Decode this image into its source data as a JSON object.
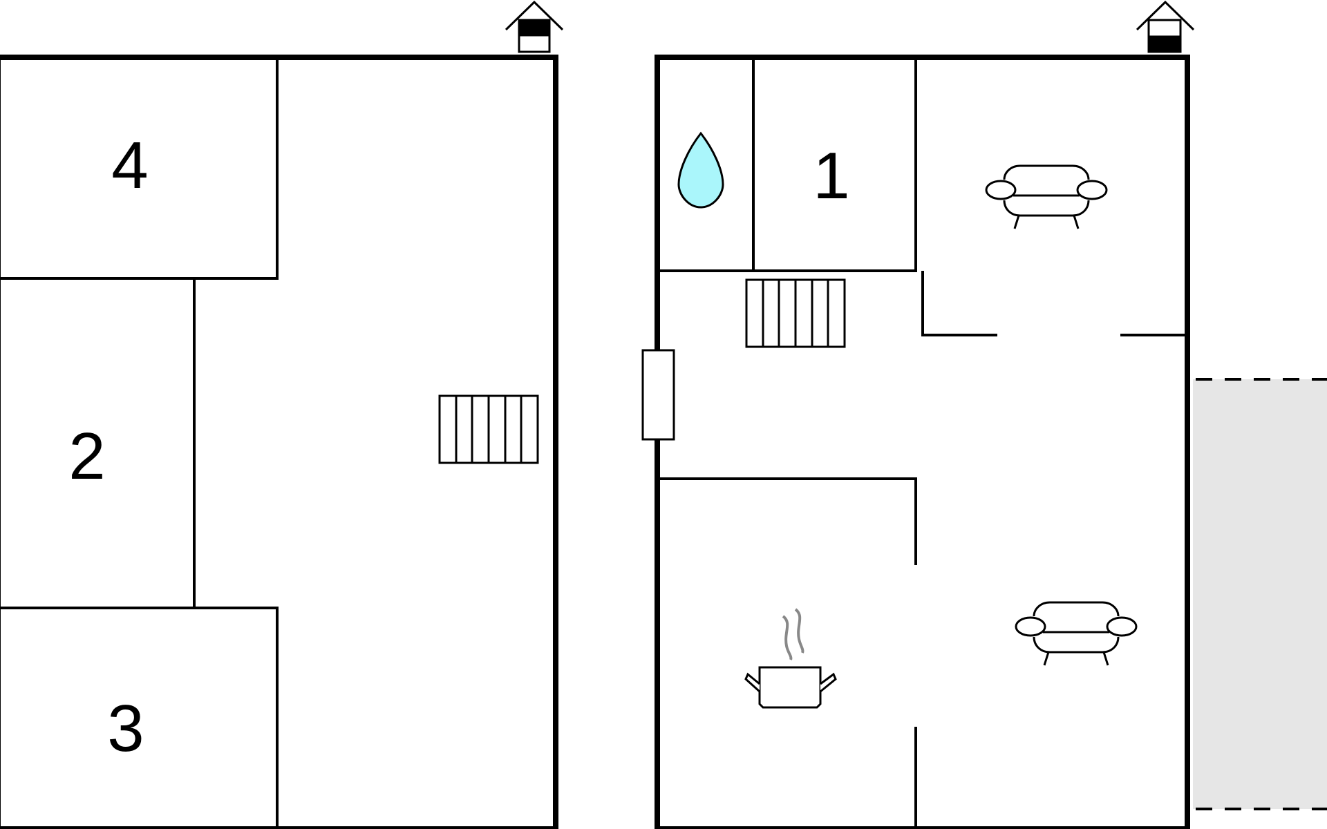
{
  "floors": [
    {
      "level_icon": "house-icon-upper-floor",
      "rooms": [
        {
          "label": "4"
        },
        {
          "label": "2"
        },
        {
          "label": "3"
        }
      ]
    },
    {
      "level_icon": "house-icon-ground-floor",
      "rooms": [
        {
          "label": "1"
        }
      ]
    }
  ],
  "icons": {
    "bathroom": "water-drop-icon",
    "living": "sofa-icon",
    "kitchen": "cooking-pot-icon",
    "stairs": "stairs-icon",
    "fireplace": "fireplace-icon",
    "terrace": "terrace-area"
  },
  "colors": {
    "wall": "#000000",
    "water_drop": "#aaf6fb",
    "terrace": "#e6e6e6",
    "steam": "#888888"
  }
}
